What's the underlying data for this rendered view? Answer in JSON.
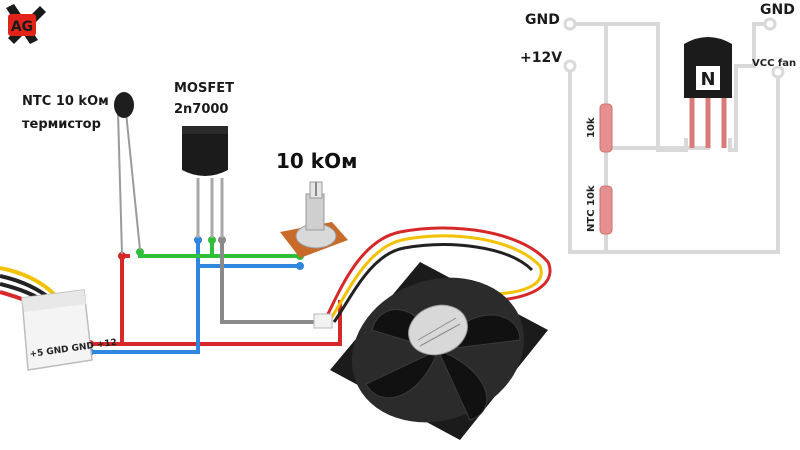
{
  "logo": {
    "text": "AG",
    "colors": {
      "primary": "#e2231a",
      "dark": "#1a1a1a"
    }
  },
  "labels": {
    "ntc_line1": "NTC 10 kОм",
    "ntc_line2": "термистор",
    "mosfet_line1": "MOSFET",
    "mosfet_line2": "2n7000",
    "pot": "10 kОм",
    "molex": "+5 GND GND +12"
  },
  "schematic": {
    "gnd_left": "GND",
    "gnd_right": "GND",
    "plus12": "+12V",
    "vcc_fan": "VCC fan",
    "r1": "10k",
    "r2": "NTC 10k",
    "transistor_mark": "N"
  },
  "colors": {
    "wire_red": "#d62828",
    "wire_blue": "#2e86de",
    "wire_green": "#2fbf3a",
    "wire_gray": "#8a8a8a",
    "fan_body": "#1b1b1b",
    "resistor": "#e58f8f",
    "schematic_wire": "#d9d9d9"
  }
}
